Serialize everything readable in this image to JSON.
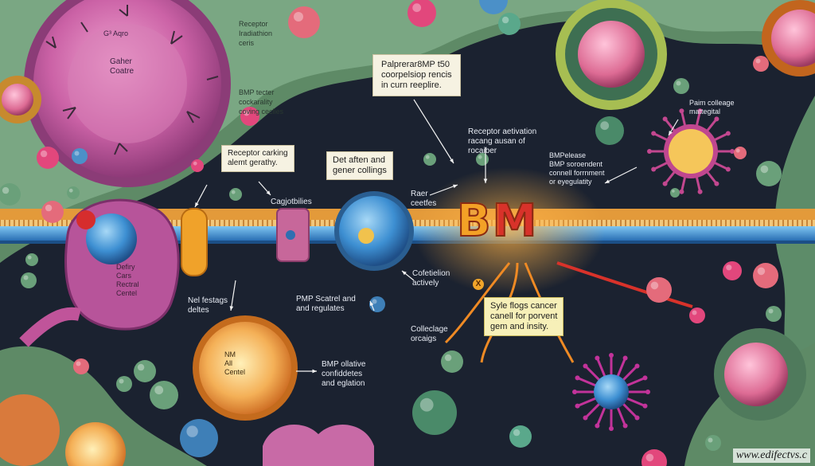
{
  "labels": {
    "cell_name": "Gaher\nCoatre",
    "cell_small": "G³ Aqro",
    "receptor_top": "Receptor\nIradiathion\nceris",
    "bmp_tecter": "BMP tecter\ncockarality\ncoving ceclies",
    "box_receptor": "Receptor carking\nalemt gerathy.",
    "box_top": "Palprerar8MP t50\ncoorpelsiop rencis\nin curn reeplire.",
    "box_det": "Det aften and\ngener collings",
    "cagjotbilies": "Cagjotbilies",
    "rater_ceetfes": "Raer\nceetfes",
    "receptor_activation": "Receptor aetivation\nracang ausan of\nrocaiber",
    "bmp_release": "BMPelease\nBMP soroendent\nconnell forrnment\nor eyegulatity",
    "pain_collage": "Paim colleage\nmattegital",
    "defiry_cars": "Defiry\nCars\nRectral\nCentel",
    "nel_festags": "Nel festags\ndeltes",
    "pmp_scatrel": "PMP Scatrel and\nand regulates",
    "cofeticles": "Cofetielion\nactively",
    "box_syle": "Syle flogs cancer\ncanell for porvent\ngem and insity.",
    "collelage": "Colleclage\norcaigs",
    "nni_all": "NM\nAll\nCentel",
    "bmp_ollative": "BMP ollative\nconfiddetes\nand eglation",
    "x_mark": "X"
  },
  "big_text": "BM",
  "watermark": "www.edifectvs.c",
  "colors": {
    "background": "#1b2230",
    "tissue": "#6f9a74",
    "membrane_blue": "#3e8fd6",
    "membrane_orange": "#e39a3a",
    "cell_pink": "#c6649f",
    "bm_orange": "#f3a126",
    "bm_red": "#d8322a",
    "arrow_orange": "#ef8a24"
  }
}
